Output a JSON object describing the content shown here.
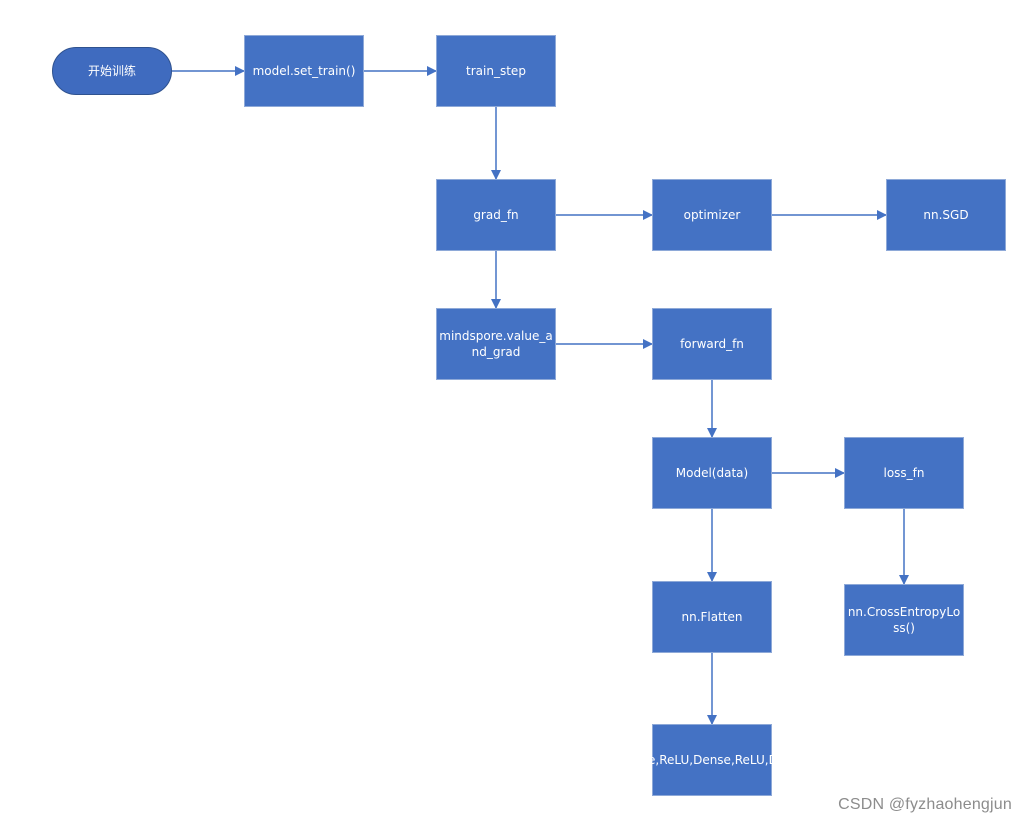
{
  "nodes": {
    "start": "开始训练",
    "set_train": "model.set_train()",
    "train_step": "train_step",
    "grad_fn": "grad_fn",
    "optimizer": "optimizer",
    "sgd": "nn.SGD",
    "value_and_grad": "mindspore.value_and_grad",
    "forward_fn": "forward_fn",
    "model_data": "Model(data)",
    "loss_fn": "loss_fn",
    "flatten": "nn.Flatten",
    "cross_entropy": "nn.CrossEntropyLoss()",
    "dense_stack": "Dense,ReLU,Dense,ReLU,Dense"
  },
  "edges": [
    {
      "from": "start",
      "to": "set_train"
    },
    {
      "from": "set_train",
      "to": "train_step"
    },
    {
      "from": "train_step",
      "to": "grad_fn"
    },
    {
      "from": "grad_fn",
      "to": "optimizer"
    },
    {
      "from": "optimizer",
      "to": "sgd"
    },
    {
      "from": "grad_fn",
      "to": "value_and_grad"
    },
    {
      "from": "value_and_grad",
      "to": "forward_fn"
    },
    {
      "from": "forward_fn",
      "to": "model_data"
    },
    {
      "from": "model_data",
      "to": "loss_fn"
    },
    {
      "from": "model_data",
      "to": "flatten"
    },
    {
      "from": "loss_fn",
      "to": "cross_entropy"
    },
    {
      "from": "flatten",
      "to": "dense_stack"
    }
  ],
  "colors": {
    "node_fill": "#4472c4",
    "terminal_fill": "#3f6bbf",
    "edge": "#4472c4",
    "text": "#ffffff"
  },
  "watermark": "CSDN @fyzhaohengjun"
}
